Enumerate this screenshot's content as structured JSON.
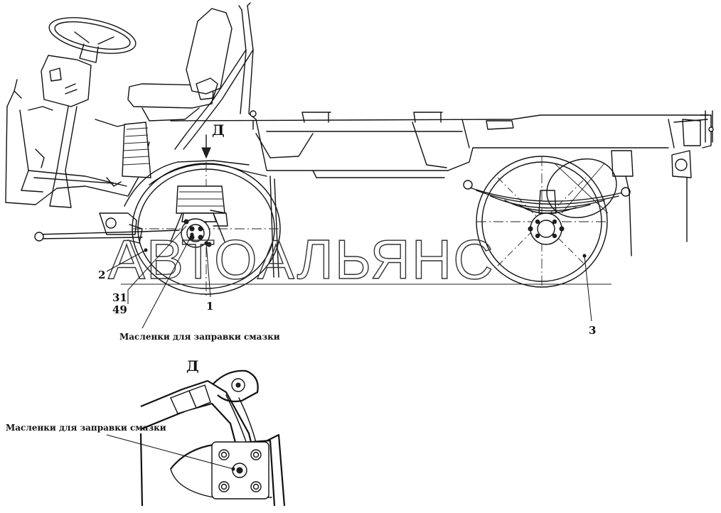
{
  "watermark": "АВТОАЛЬЯНС",
  "view_label": "Д",
  "view_arrow_label": "Д",
  "callouts": {
    "c1": "1",
    "c2": "2",
    "c3": "3",
    "c31": "31",
    "c49": "49"
  },
  "notes": {
    "grease_top": "Масленки для заправки смазки",
    "grease_bottom": "Масленки для заправки смазки"
  }
}
